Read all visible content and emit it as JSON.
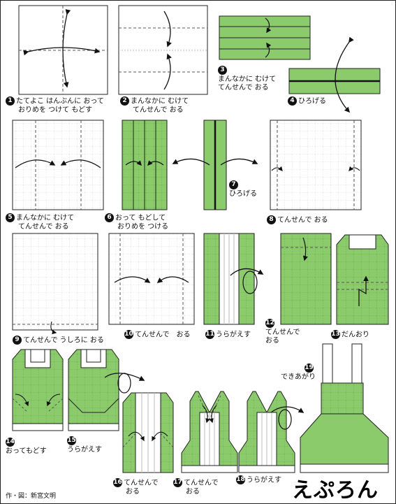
{
  "title": "えぷろん",
  "credit": "作・図：新宮文明",
  "colors": {
    "paper_green": "#8ccb6c",
    "line": "#222222",
    "fold_line": "#555555"
  },
  "steps": [
    {
      "n": "1",
      "lines": [
        "たてよこ はんぶんに おって",
        "おりめを つけて もどす"
      ]
    },
    {
      "n": "2",
      "lines": [
        "まんなかに むけて",
        "てんせんで おる"
      ]
    },
    {
      "n": "3",
      "lines": [
        "まんなかに むけて",
        "てんせんで おる"
      ]
    },
    {
      "n": "4",
      "lines": [
        "ひろげる"
      ]
    },
    {
      "n": "5",
      "lines": [
        "まんなかに むけて",
        "てんせんで おる"
      ]
    },
    {
      "n": "6",
      "lines": [
        "おって もどして",
        "おりめを つける"
      ]
    },
    {
      "n": "7",
      "lines": [
        "ひろげる"
      ]
    },
    {
      "n": "8",
      "lines": [
        "てんせんで おる"
      ]
    },
    {
      "n": "9",
      "lines": [
        "てんせんで うしろに おる"
      ]
    },
    {
      "n": "10",
      "lines": [
        "てんせんで　おる"
      ]
    },
    {
      "n": "11",
      "lines": [
        "うらがえす"
      ]
    },
    {
      "n": "12",
      "lines": [
        "てんせんで",
        "おる"
      ]
    },
    {
      "n": "13",
      "lines": [
        "だんおり"
      ]
    },
    {
      "n": "14",
      "lines": [
        "おってもどす"
      ]
    },
    {
      "n": "15",
      "lines": [
        "うらがえす"
      ]
    },
    {
      "n": "16",
      "lines": [
        "てんせんで",
        "おる"
      ]
    },
    {
      "n": "17",
      "lines": [
        "てんせんで",
        "おる"
      ]
    },
    {
      "n": "18",
      "lines": [
        "うらがえす"
      ]
    },
    {
      "n": "19",
      "lines": [
        "できあがり"
      ]
    }
  ]
}
